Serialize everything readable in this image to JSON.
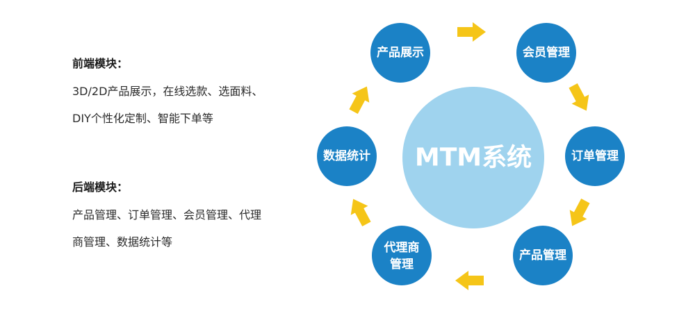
{
  "frontend": {
    "title": "前端模块：",
    "lines": [
      "3D/2D产品展示，在线选款、选面料、",
      "DIY个性化定制、智能下单等"
    ]
  },
  "backend": {
    "title": "后端模块：",
    "lines": [
      "产品管理、订单管理、会员管理、代理",
      "商管理、数据统计等"
    ]
  },
  "diagram": {
    "center": "MTM系统",
    "nodes": {
      "product_display": "产品展示",
      "member_mgmt": "会员管理",
      "order_mgmt": "订单管理",
      "product_mgmt": "产品管理",
      "agent_mgmt_line1": "代理商",
      "agent_mgmt_line2": "管理",
      "data_stats": "数据统计"
    },
    "colors": {
      "node": "#1b82c6",
      "center": "#9fd3ee",
      "arrow": "#f5c518"
    }
  }
}
